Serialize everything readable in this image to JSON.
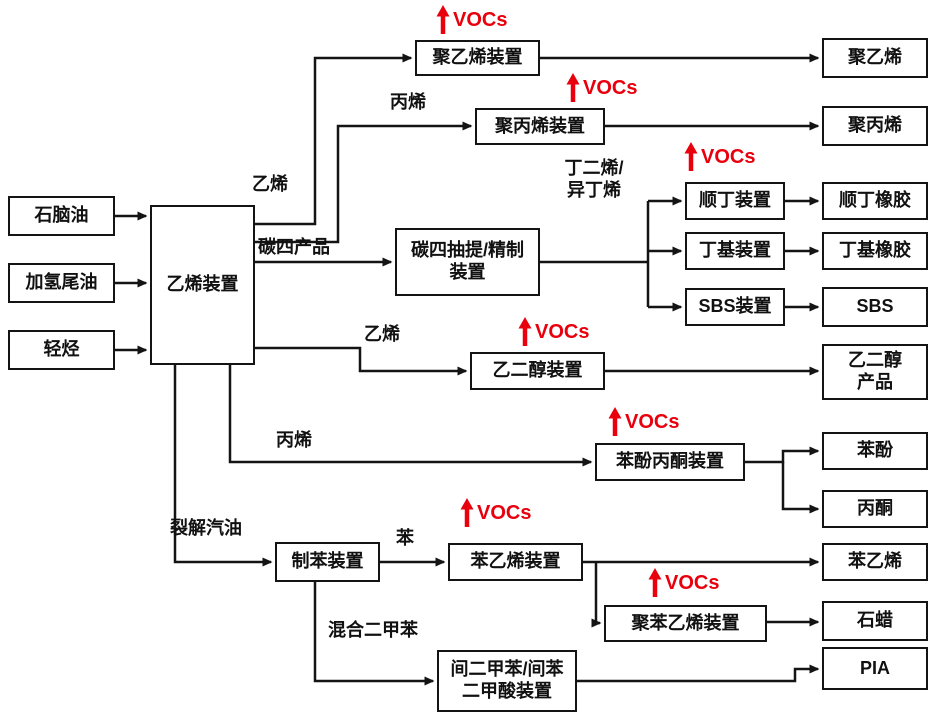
{
  "colors": {
    "line": "#141414",
    "vocs_red": "#e8000d",
    "background": "#ffffff"
  },
  "vocs_label": "VOCs",
  "feeds": {
    "naphtha": "石脑油",
    "hydrotail": "加氢尾油",
    "light_hc": "轻烃"
  },
  "units": {
    "ethylene": "乙烯装置",
    "polyethylene": "聚乙烯装置",
    "polypropylene": "聚丙烯装置",
    "c4_extraction": "碳四抽提/精制\n装置",
    "cis_butadiene": "顺丁装置",
    "butyl": "丁基装置",
    "sbs": "SBS装置",
    "glycol": "乙二醇装置",
    "phenol_acetone": "苯酚丙酮装置",
    "benzene": "制苯装置",
    "styrene": "苯乙烯装置",
    "polystyrene": "聚苯乙烯装置",
    "mx_ipa": "间二甲苯/间苯\n二甲酸装置"
  },
  "products": {
    "polyethylene": "聚乙烯",
    "polypropylene": "聚丙烯",
    "cis_rubber": "顺丁橡胶",
    "butyl_rubber": "丁基橡胶",
    "sbs": "SBS",
    "glycol": "乙二醇\n产品",
    "phenol": "苯酚",
    "acetone": "丙酮",
    "styrene": "苯乙烯",
    "wax": "石蜡",
    "pia": "PIA"
  },
  "streams": {
    "ethylene_top": "乙烯",
    "propylene_top": "丙烯",
    "c4": "碳四产品",
    "butadiene_isobutene": "丁二烯/\n异丁烯",
    "ethylene_mid": "乙烯",
    "propylene_mid": "丙烯",
    "pygas": "裂解汽油",
    "benzene": "苯",
    "mixed_xylene": "混合二甲苯"
  }
}
